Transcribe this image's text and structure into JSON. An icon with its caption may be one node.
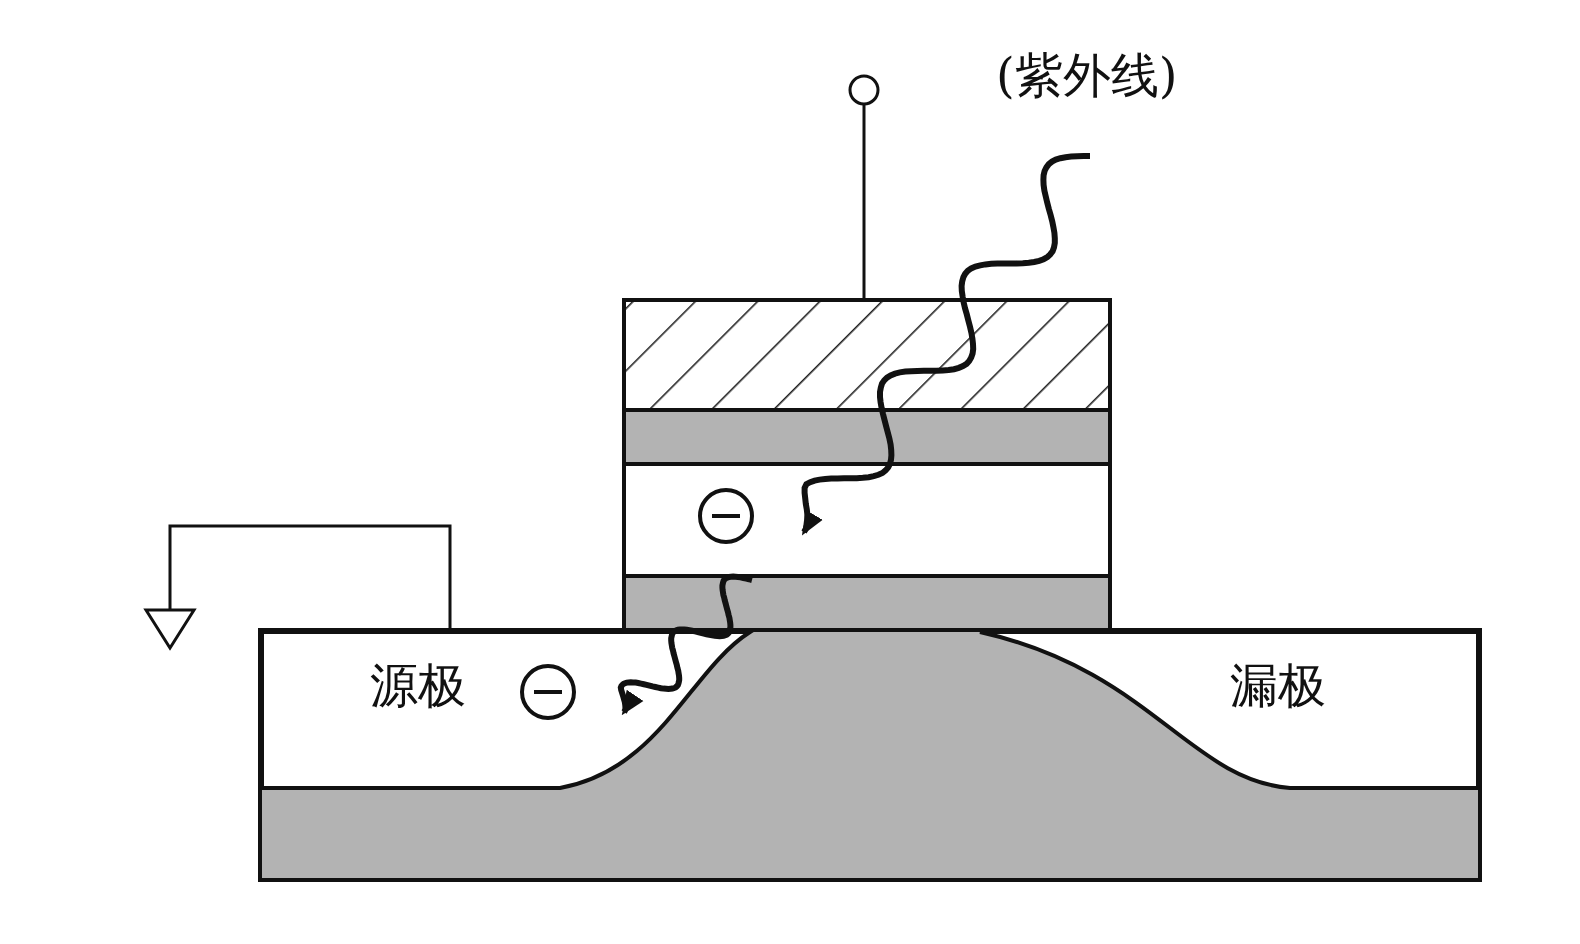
{
  "diagram": {
    "nodes": [
      {
        "text": [
          "源极"
        ]
      },
      {
        "text": [
          "漏极"
        ]
      }
    ],
    "labels": [
      "(紫外线)"
    ]
  }
}
